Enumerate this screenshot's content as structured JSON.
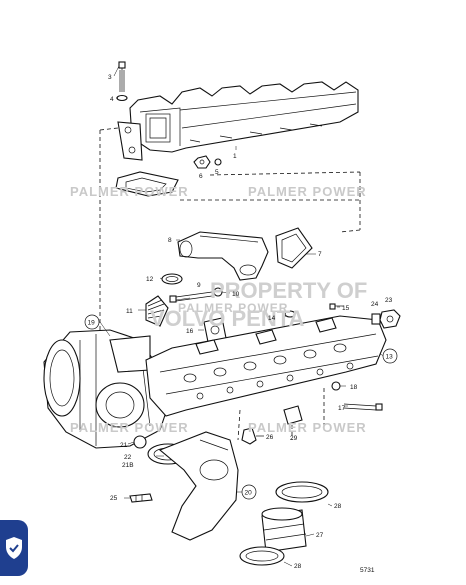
{
  "watermarks": {
    "palmer_1": "PALMER POWER",
    "palmer_2": "PALMER POWER",
    "palmer_3": "PALMER POWER",
    "palmer_4": "PALMER POWER",
    "palmer_5": "PALMER POWER",
    "property_line1": "PROPERTY OF",
    "property_line2": "VOLVO PENTA"
  },
  "part_labels": {
    "p1": "1",
    "p3": "3",
    "p4": "4",
    "p5": "5",
    "p6": "6",
    "p7": "7",
    "p8": "8",
    "p9": "9",
    "p10": "10",
    "p11": "11",
    "p12": "12",
    "p13": "13",
    "p14": "14",
    "p15": "15",
    "p16": "16",
    "p17": "17",
    "p18": "18",
    "p19": "19",
    "p20": "20",
    "p21": "21",
    "p21b": "21B",
    "p22": "22",
    "p23": "23",
    "p24": "24",
    "p25": "25",
    "p26": "26",
    "p27": "27",
    "p28a": "28",
    "p28b": "28",
    "p29": "29"
  },
  "figure_number": "5731",
  "badge": {
    "icon": "shield-check-icon",
    "color": "#1f3f8f"
  }
}
